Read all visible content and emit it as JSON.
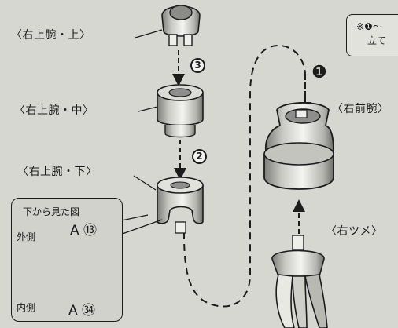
{
  "header_fragment": "",
  "labels": {
    "upper_arm_top": "〈右上腕・上〉",
    "upper_arm_mid": "〈右上腕・中〉",
    "upper_arm_bottom": "〈右上腕・下〉",
    "forearm": "〈右前腕〉",
    "claw": "〈右ツメ〉"
  },
  "steps": {
    "one": "❶",
    "two": "2",
    "three": "3"
  },
  "note": {
    "line1": "※❶～",
    "line2": "立て"
  },
  "inset": {
    "title": "下から見た図",
    "outer_label": "外側",
    "inner_label": "内側",
    "part_top": "A ⑬",
    "part_bottom": "A ㉞"
  },
  "colors": {
    "paper": "#d7d7d2",
    "ink": "#1c1c1c",
    "part_light": "#f2f2ee",
    "part_shade": "#8e8e8a"
  }
}
